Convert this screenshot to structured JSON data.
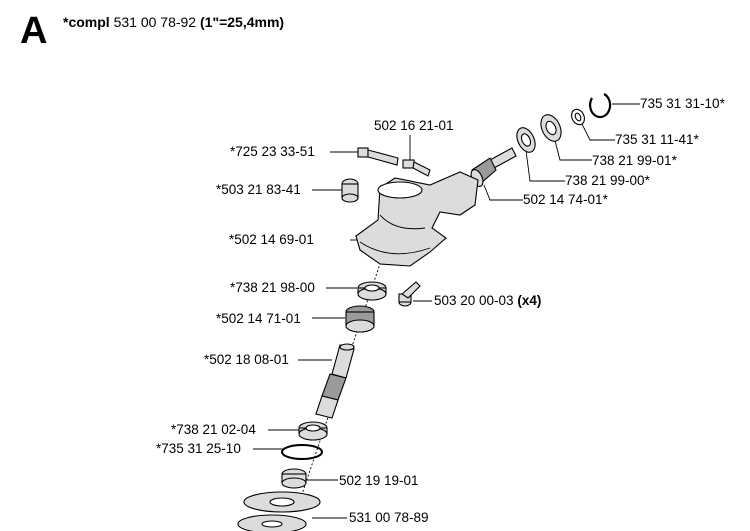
{
  "header": {
    "section_letter": "A",
    "prefix": "*compl",
    "number": "531 00 78-92",
    "conversion": "(1\"=25,4mm)"
  },
  "labels": {
    "p1": "735 31 31-10*",
    "p2": "502 16 21-01",
    "p3": "735 31 11-41*",
    "p4": "*725 23 33-51",
    "p5": "738 21 99-01*",
    "p6": "738 21 99-00*",
    "p7": "*503 21 83-41",
    "p8": "502 14 74-01*",
    "p9": "*502 14 69-01",
    "p10": "*738 21 98-00",
    "p11_num": "503 20 00-03",
    "p11_qty": "(x4)",
    "p12": "*502 14 71-01",
    "p13": "*502 18 08-01",
    "p14": "*738 21 02-04",
    "p15": "*735 31 25-10",
    "p16": "502 19 19-01",
    "p17": "531 00 78-89"
  }
}
